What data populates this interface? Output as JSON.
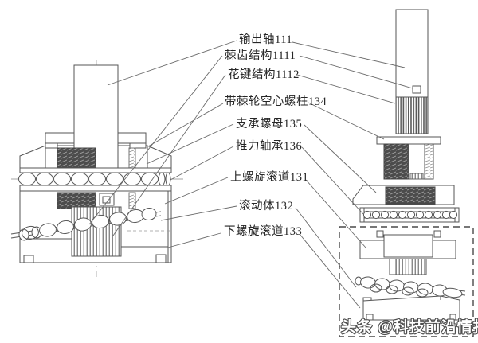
{
  "figure": {
    "type": "patent-mechanical-diagram",
    "labels": [
      {
        "text": "输出轴111"
      },
      {
        "text": "棘齿结构1111"
      },
      {
        "text": "花键结构1112"
      },
      {
        "text": "带棘轮空心螺柱134"
      },
      {
        "text": "支承螺母135"
      },
      {
        "text": "推力轴承136"
      },
      {
        "text": "上螺旋滚道131"
      },
      {
        "text": "滚动体132"
      },
      {
        "text": "下螺旋滚道133"
      }
    ],
    "watermark": {
      "text": "头条 @科技前沿情报站"
    },
    "colors": {
      "background": "#ffffff",
      "drawing_line": "#555555",
      "leader_line": "#6b6b6b",
      "thread_fill": "#4c4c4c",
      "label_text": "#262626",
      "watermark_fill": "#ffffff",
      "watermark_outline": "#4f4f4f"
    }
  }
}
